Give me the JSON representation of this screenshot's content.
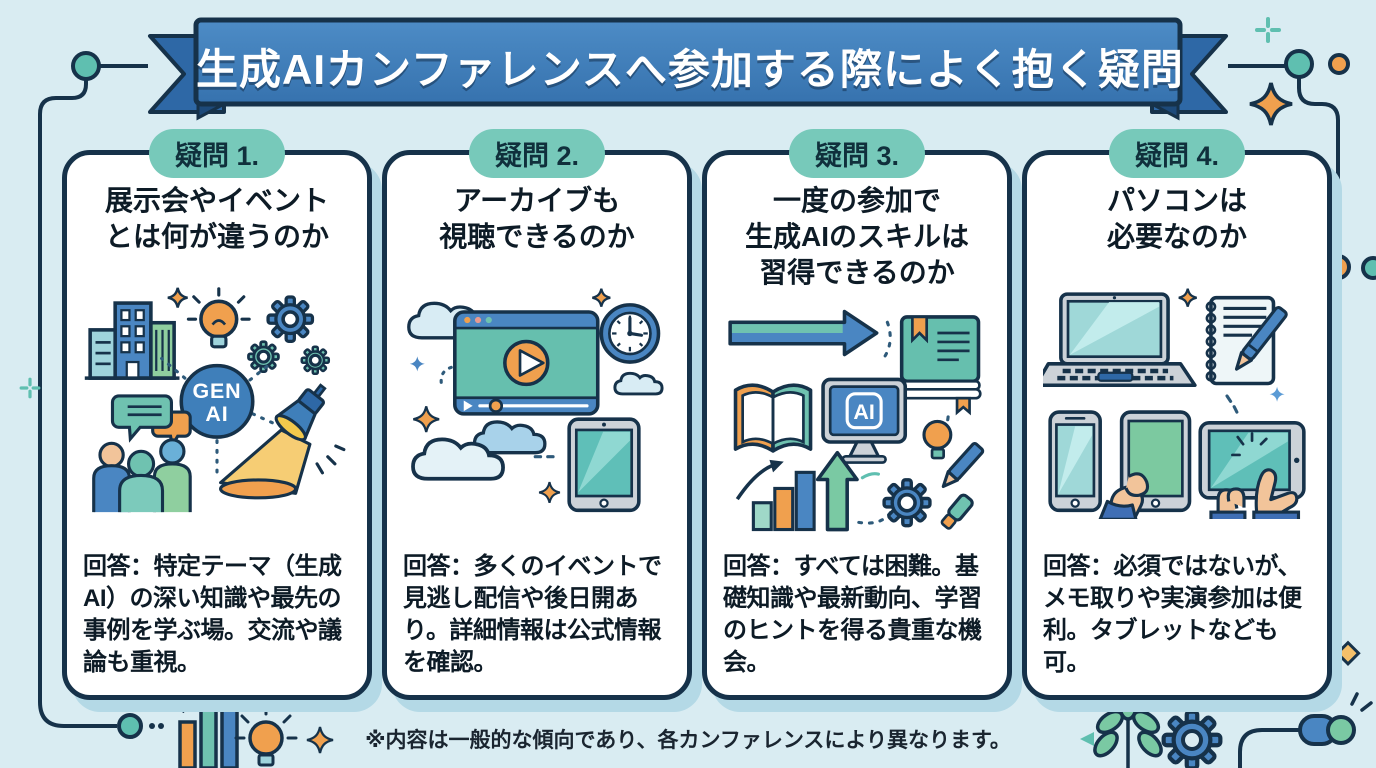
{
  "banner": {
    "title": "生成AIカンファレンスへ参加する際によく抱く疑問"
  },
  "cards": [
    {
      "badge": "疑問 1.",
      "question": "展示会やイベント\nとは何が違うのか",
      "answer": "回答：特定テーマ（生成AI）の深い知識や最先の事例を学ぶ場。交流や議論も重視。",
      "center_label_1": "GEN",
      "center_label_2": "AI",
      "icons": [
        "buildings-icon",
        "sparkle-icon",
        "lightbulb-icon",
        "gear-icon",
        "genai-circle",
        "chat-bubbles-icon",
        "people-icon",
        "spotlight-icon"
      ]
    },
    {
      "badge": "疑問 2.",
      "question": "アーカイブも\n視聴できるのか",
      "answer": "回答：多くのイベントで見逃し配信や後日開あり。詳細情報は公式情報を確認。",
      "icons": [
        "cloud-icon",
        "video-player-icon",
        "play-icon",
        "clock-icon",
        "sparkle-icon",
        "tablet-icon"
      ]
    },
    {
      "badge": "疑問 3.",
      "question": "一度の参加で\n生成AIのスキルは\n習得できるのか",
      "answer": "回答：すべては困難。基礎知識や最新動向、学習のヒントを得る貴重な機会。",
      "monitor_label": "AI",
      "icons": [
        "arrow-right-icon",
        "book-icon",
        "open-book-icon",
        "ai-monitor-icon",
        "bar-chart-icon",
        "growth-arrow-icon",
        "gear-icon",
        "lightbulb-icon",
        "pencil-icon",
        "marker-icon"
      ]
    },
    {
      "badge": "疑問 4.",
      "question": "パソコンは\n必要なのか",
      "answer": "回答：必須ではないが、メモ取りや実演参加は便利。タブレットなども可。",
      "icons": [
        "laptop-icon",
        "notebook-pen-icon",
        "smartphone-icon",
        "hand-tablet-icon",
        "hands-tablet-icon",
        "sparkle-icon"
      ]
    }
  ],
  "footer": {
    "note": "※内容は一般的な傾向であり、各カンファレンスにより異なります。"
  },
  "decorations": [
    "circuit-line",
    "node-circle",
    "sparkle-icon",
    "plus-sparkle-icon",
    "bar-chart-icon",
    "lightbulb-icon",
    "leaf-icon",
    "gear-icon",
    "diamond-icon"
  ],
  "colors": {
    "background": "#d9ecf2",
    "banner_blue": "#3f7fba",
    "banner_dark": "#2e68a6",
    "outline_navy": "#16324a",
    "badge_mint": "#77c9ba",
    "accent_orange": "#f0a04e",
    "accent_teal": "#5fbfb0",
    "accent_green": "#7ac9a3",
    "card_shadow": "#b4d9e6"
  }
}
